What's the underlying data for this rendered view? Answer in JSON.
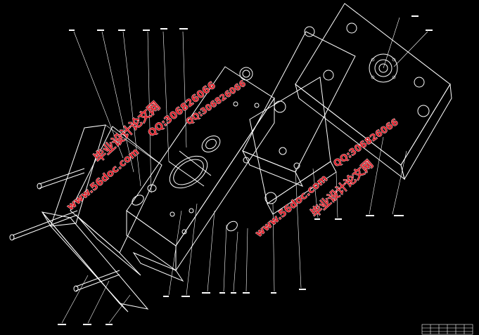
{
  "colors": {
    "background": "#000000",
    "lines": "#ffffff",
    "watermark": "#e0202a"
  },
  "watermarks": [
    {
      "id": "wm1",
      "text": "毕业设计论文网"
    },
    {
      "id": "wm2",
      "text": "www.56doc.com"
    },
    {
      "id": "wm3",
      "text": "QQ:306826066"
    },
    {
      "id": "wm4",
      "text": "QQ:306826066"
    },
    {
      "id": "wm5",
      "text": "www.56doc.com"
    },
    {
      "id": "wm6",
      "text": "毕业设计论文网"
    },
    {
      "id": "wm7",
      "text": "QQ:306826066"
    }
  ]
}
